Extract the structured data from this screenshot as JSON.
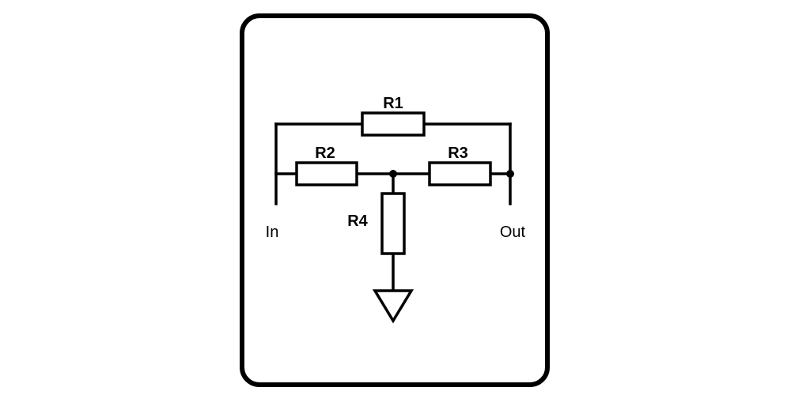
{
  "diagram": {
    "resistors": {
      "r1": "R1",
      "r2": "R2",
      "r3": "R3",
      "r4": "R4"
    },
    "terminals": {
      "input": "In",
      "output": "Out"
    }
  },
  "colors": {
    "line": "#000000",
    "background": "#ffffff"
  }
}
